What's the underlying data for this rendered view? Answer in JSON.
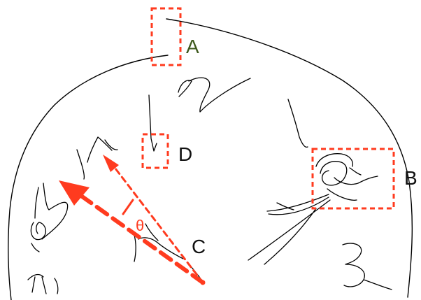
{
  "labels": {
    "a": "A",
    "b": "B",
    "c": "C",
    "d": "D",
    "theta": "θ"
  },
  "colors": {
    "ink": "#000000",
    "highlight": "#ff3b1f",
    "label_a": "#3f5a1e",
    "label_dark": "#111111"
  }
}
